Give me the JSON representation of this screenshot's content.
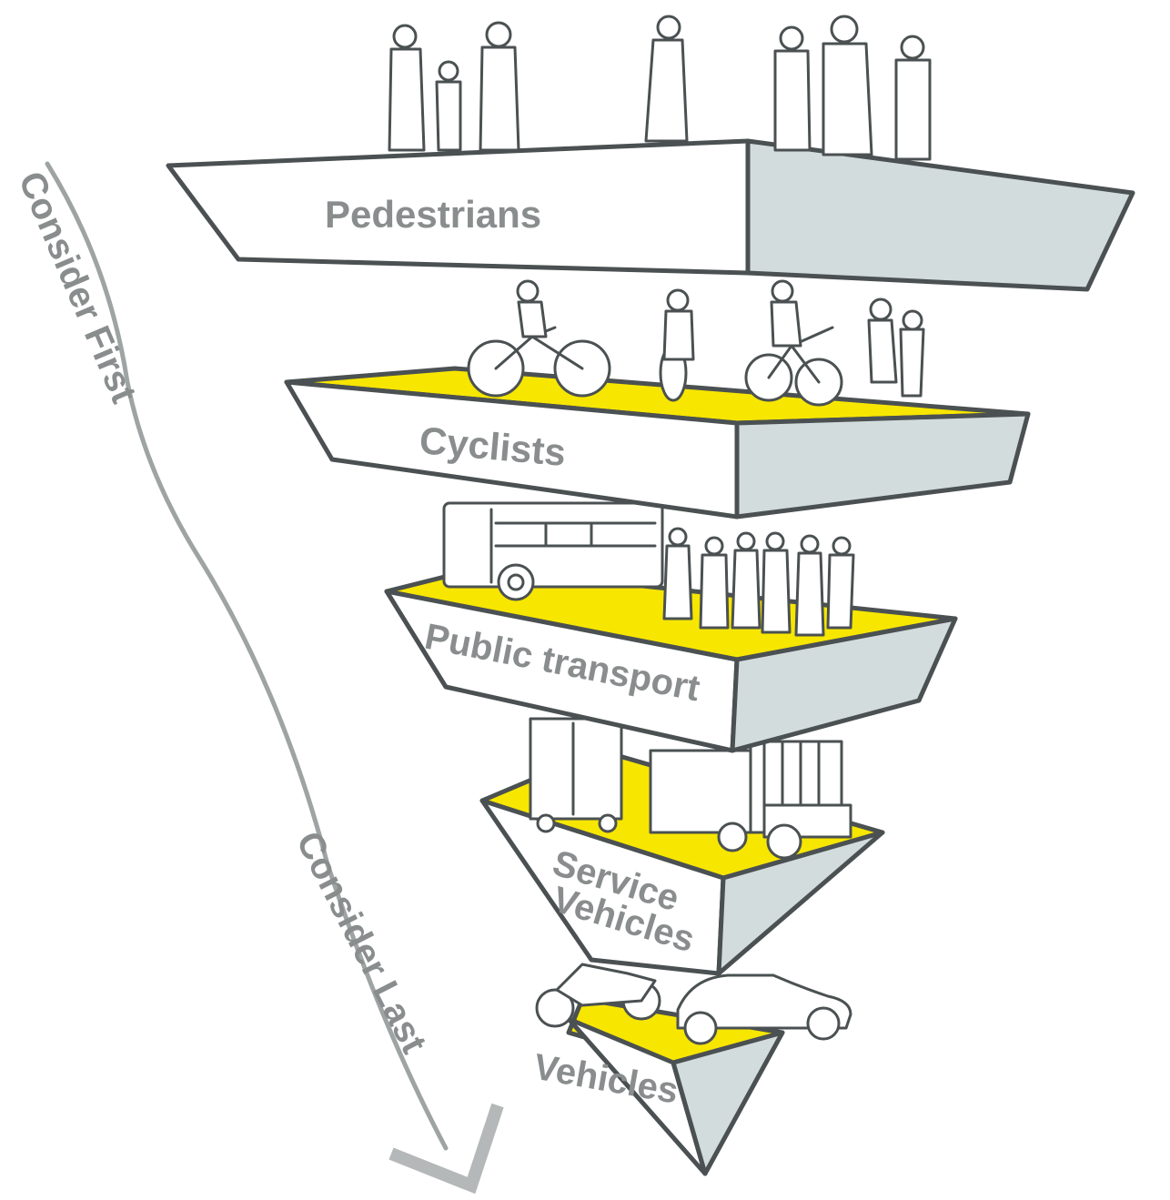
{
  "diagram": {
    "tiers": [
      {
        "label": "Pedestrians",
        "icon": "pedestrians-icon"
      },
      {
        "label": "Cyclists",
        "icon": "cyclists-icon"
      },
      {
        "label": "Public transport",
        "icon": "bus-icon"
      },
      {
        "label_line1": "Service",
        "label_line2": "Vehicles",
        "icon": "service-vehicles-icon"
      },
      {
        "label": "Vehicles",
        "icon": "car-motorcycle-icon"
      }
    ],
    "axis": {
      "top_label": "Consider First",
      "bottom_label": "Consider Last"
    },
    "colors": {
      "top_face_highlight": "#f7e600",
      "front_face": "#ffffff",
      "side_face": "#d3dcdd",
      "outline": "#4b5152",
      "label_text": "#8a8d8e",
      "arrow": "#9ea4a4",
      "arrow_head": "#b5b8b8"
    }
  }
}
